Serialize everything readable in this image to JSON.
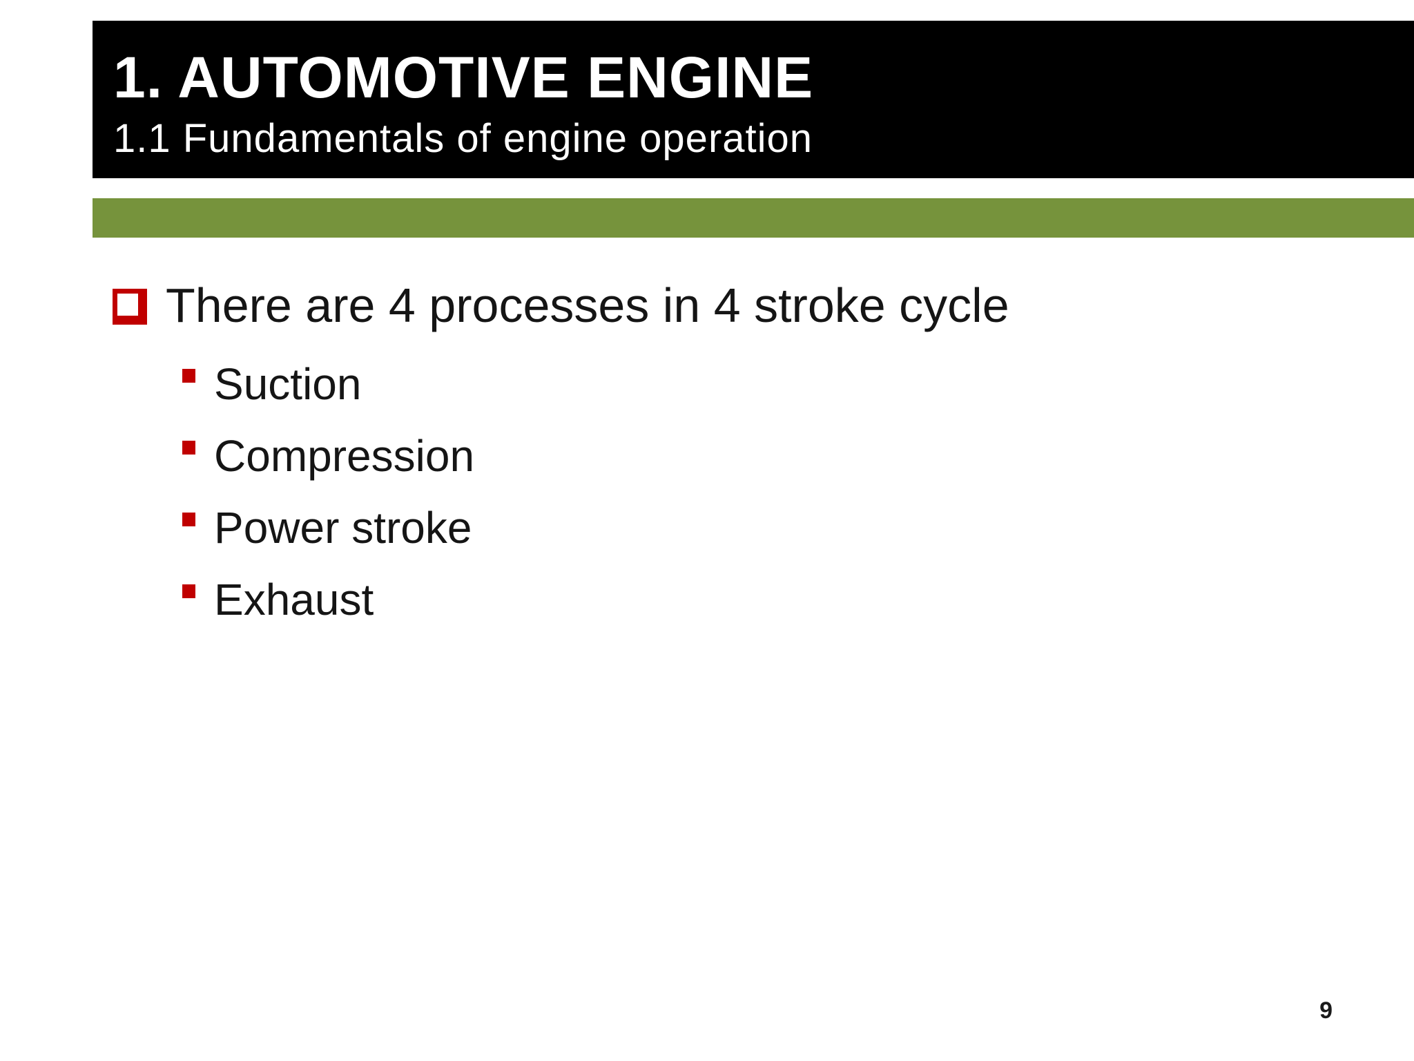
{
  "slide": {
    "header": {
      "title": "1. AUTOMOTIVE ENGINE",
      "subtitle": "1.1 Fundamentals of engine operation",
      "background_color": "#000000",
      "text_color": "#ffffff"
    },
    "accent_bar": {
      "color": "#76933C"
    },
    "content": {
      "main_bullet": "There are 4 processes in 4 stroke cycle",
      "sub_bullets": [
        "Suction",
        "Compression",
        "Power stroke",
        "Exhaust"
      ],
      "bullet_color": "#C00000"
    },
    "icons": {
      "main_bullet_icon": "shadowed-hollow-square-checkbox",
      "sub_bullet_icon": "small-filled-square"
    },
    "page_number": "9"
  }
}
